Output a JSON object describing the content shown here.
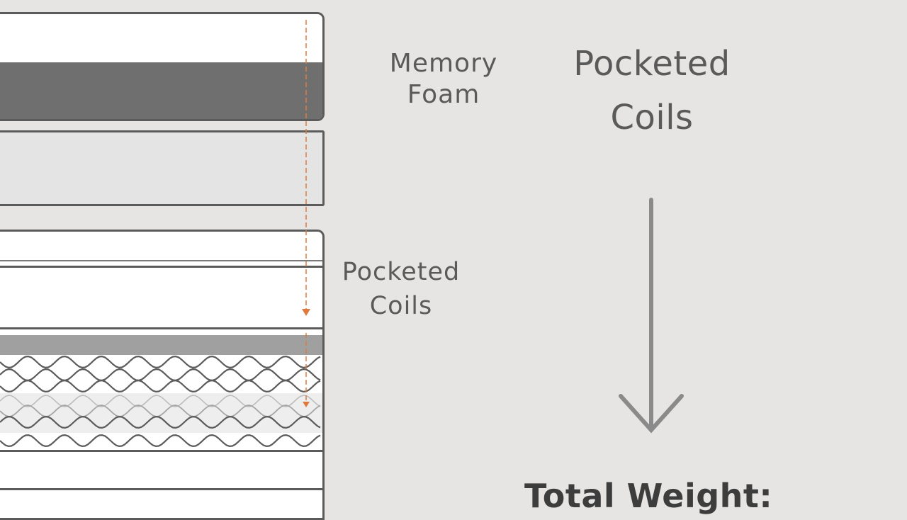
{
  "labels": {
    "memory_foam": [
      "Memory",
      "Foam"
    ],
    "pocketed_coils_mid": [
      "Pocketed",
      "Coils"
    ],
    "pocketed_coils_right": [
      "Pocketed",
      "Coils"
    ],
    "total_weight": "Total Weight:"
  },
  "colors": {
    "background": "#e6e5e3",
    "outline": "#5b5b5b",
    "dark_band": "#6f6f6f",
    "mid_band": "#a0a0a0",
    "guide_arrow": "#e07a3c",
    "weight_arrow": "#8a8a8a"
  }
}
